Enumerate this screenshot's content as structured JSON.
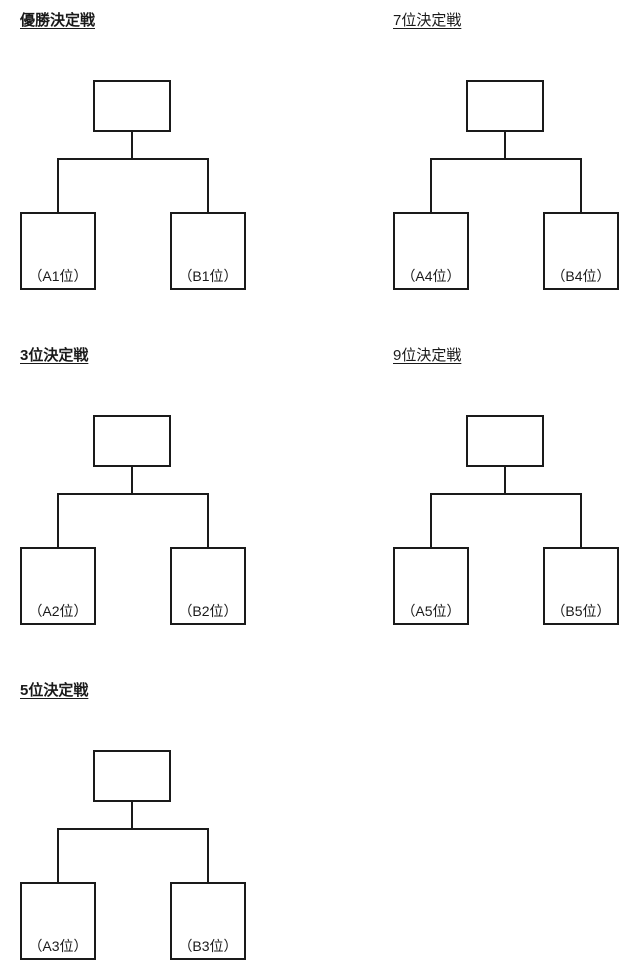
{
  "page": {
    "kind": "tournament-bracket-sheet",
    "background_color": "#ffffff",
    "line_color": "#1a1a1a",
    "text_color": "#1a1a1a"
  },
  "brackets": [
    {
      "id": "championship",
      "title": "優勝決定戦",
      "title_bold": true,
      "title_underlined": true,
      "column": "left",
      "row": 1,
      "result_box": {
        "label": ""
      },
      "seeds": [
        {
          "side": "left",
          "label": "（A1位）"
        },
        {
          "side": "right",
          "label": "（B1位）"
        }
      ]
    },
    {
      "id": "seventh-place",
      "title": "7位決定戦",
      "title_bold": false,
      "title_underlined": true,
      "column": "right",
      "row": 1,
      "result_box": {
        "label": ""
      },
      "seeds": [
        {
          "side": "left",
          "label": "（A4位）"
        },
        {
          "side": "right",
          "label": "（B4位）"
        }
      ]
    },
    {
      "id": "third-place",
      "title": "3位決定戦",
      "title_bold": true,
      "title_underlined": true,
      "column": "left",
      "row": 2,
      "result_box": {
        "label": ""
      },
      "seeds": [
        {
          "side": "left",
          "label": "（A2位）"
        },
        {
          "side": "right",
          "label": "（B2位）"
        }
      ]
    },
    {
      "id": "ninth-place",
      "title": "9位決定戦",
      "title_bold": false,
      "title_underlined": true,
      "column": "right",
      "row": 2,
      "result_box": {
        "label": ""
      },
      "seeds": [
        {
          "side": "left",
          "label": "（A5位）"
        },
        {
          "side": "right",
          "label": "（B5位）"
        }
      ]
    },
    {
      "id": "fifth-place",
      "title": "5位決定戦",
      "title_bold": true,
      "title_underlined": true,
      "column": "left",
      "row": 3,
      "result_box": {
        "label": ""
      },
      "seeds": [
        {
          "side": "left",
          "label": "（A3位）"
        },
        {
          "side": "right",
          "label": "（B3位）"
        }
      ]
    }
  ]
}
